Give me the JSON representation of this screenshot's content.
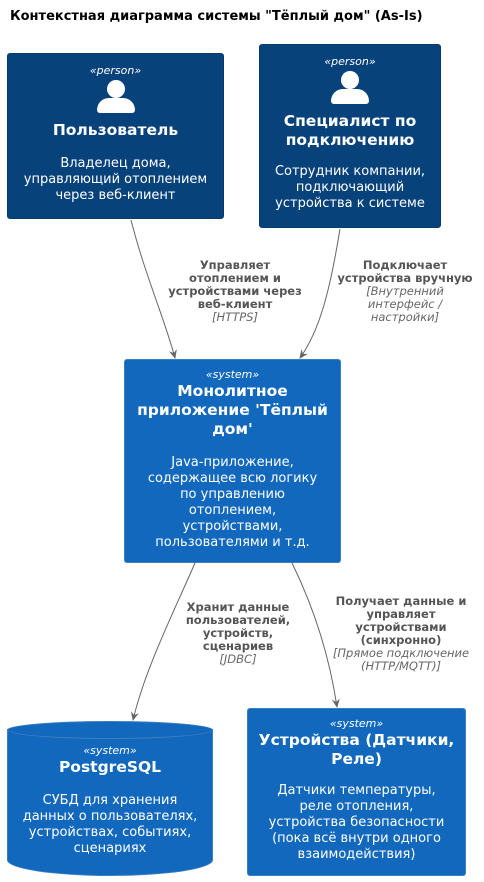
{
  "title": "Контекстная диаграмма системы \"Тёплый дом\" (As-Is)",
  "nodes": {
    "user": {
      "stereotype": "«person»",
      "name": "Пользователь",
      "description": [
        "Владелец дома,",
        "управляющий отоплением",
        "через веб-клиент"
      ]
    },
    "installer": {
      "stereotype": "«person»",
      "name": [
        "Специалист по",
        "подключению"
      ],
      "description": [
        "Сотрудник компании,",
        "подключающий",
        "устройства к системе"
      ]
    },
    "monolith": {
      "stereotype": "«system»",
      "name": [
        "Монолитное",
        "приложение 'Тёплый",
        "дом'"
      ],
      "description": [
        "Java-приложение,",
        "содержащее всю логику",
        "по управлению",
        "отоплением,",
        "устройствами,",
        "пользователями и т.д."
      ]
    },
    "postgres": {
      "stereotype": "«system»",
      "name": "PostgreSQL",
      "description": [
        "СУБД для хранения",
        "данных о пользователях,",
        "устройствах, событиях,",
        "сценариях"
      ]
    },
    "devices": {
      "stereotype": "«system»",
      "name": [
        "Устройства (Датчики,",
        "Реле)"
      ],
      "description": [
        "Датчики температуры,",
        "реле отопления,",
        "устройства безопасности",
        "(пока всё внутри одного",
        "взаимодействия)"
      ]
    }
  },
  "edges": {
    "user_to_monolith": {
      "label": [
        "Управляет",
        "отоплением и",
        "устройствами через",
        "веб-клиент"
      ],
      "tech": "[HTTPS]"
    },
    "installer_to_monolith": {
      "label": [
        "Подключает",
        "устройства вручную"
      ],
      "tech": [
        "[Внутренний",
        "интерфейс /",
        "настройки]"
      ]
    },
    "monolith_to_postgres": {
      "label": [
        "Хранит данные",
        "пользователей,",
        "устройств,",
        "сценариев"
      ],
      "tech": "[JDBC]"
    },
    "monolith_to_devices": {
      "label": [
        "Получает данные и",
        "управляет",
        "устройствами",
        "(синхронно)"
      ],
      "tech": [
        "[Прямое подключение",
        "(HTTP/MQTT)]"
      ]
    }
  },
  "colors": {
    "person": "#08427b",
    "system": "#1168bd",
    "edge": "#666666"
  }
}
